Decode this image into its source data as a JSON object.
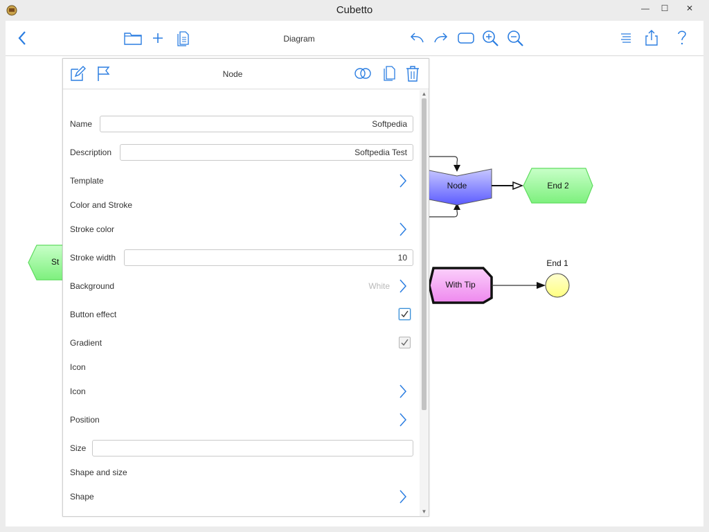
{
  "window": {
    "title": "Cubetto",
    "controls": {
      "minimize": "—",
      "maximize": "☐",
      "close": "✕"
    }
  },
  "toolbar": {
    "title": "Diagram",
    "left_icons": [
      "back-icon",
      "folder-icon",
      "plus-icon",
      "copy-document-icon"
    ],
    "right_icons": [
      "undo-icon",
      "redo-icon",
      "rounded-rect-icon",
      "zoom-in-icon",
      "zoom-out-icon",
      "list-icon",
      "share-icon",
      "help-icon"
    ]
  },
  "diagram": {
    "nodes": {
      "node": "Node",
      "end2": "End 2",
      "start_partial": "St",
      "with_tip": "With Tip",
      "end1": "End 1"
    },
    "colors": {
      "node_fill": "#7f7fff",
      "end2_fill": "#8cf58c",
      "with_tip_fill": "#f29cf2",
      "end1_fill": "#ffff99"
    }
  },
  "panel": {
    "title": "Node",
    "header_icons": [
      "edit-icon",
      "flag-icon",
      "link-circles-icon",
      "copy-icon",
      "trash-icon"
    ],
    "fields": {
      "name": {
        "label": "Name",
        "value": "Softpedia"
      },
      "description": {
        "label": "Description",
        "value": "Softpedia Test"
      },
      "template": {
        "label": "Template"
      },
      "color_section": {
        "label": "Color and Stroke"
      },
      "stroke_color": {
        "label": "Stroke color"
      },
      "stroke_width": {
        "label": "Stroke width",
        "value": "10"
      },
      "background": {
        "label": "Background",
        "value": "White"
      },
      "button_effect": {
        "label": "Button effect",
        "checked": true
      },
      "gradient": {
        "label": "Gradient",
        "checked": true
      },
      "icon_section": {
        "label": "Icon"
      },
      "icon": {
        "label": "Icon"
      },
      "position": {
        "label": "Position"
      },
      "size": {
        "label": "Size",
        "value": ""
      },
      "shape_section": {
        "label": "Shape and size"
      },
      "shape": {
        "label": "Shape"
      }
    }
  },
  "accent_color": "#2a7de1"
}
